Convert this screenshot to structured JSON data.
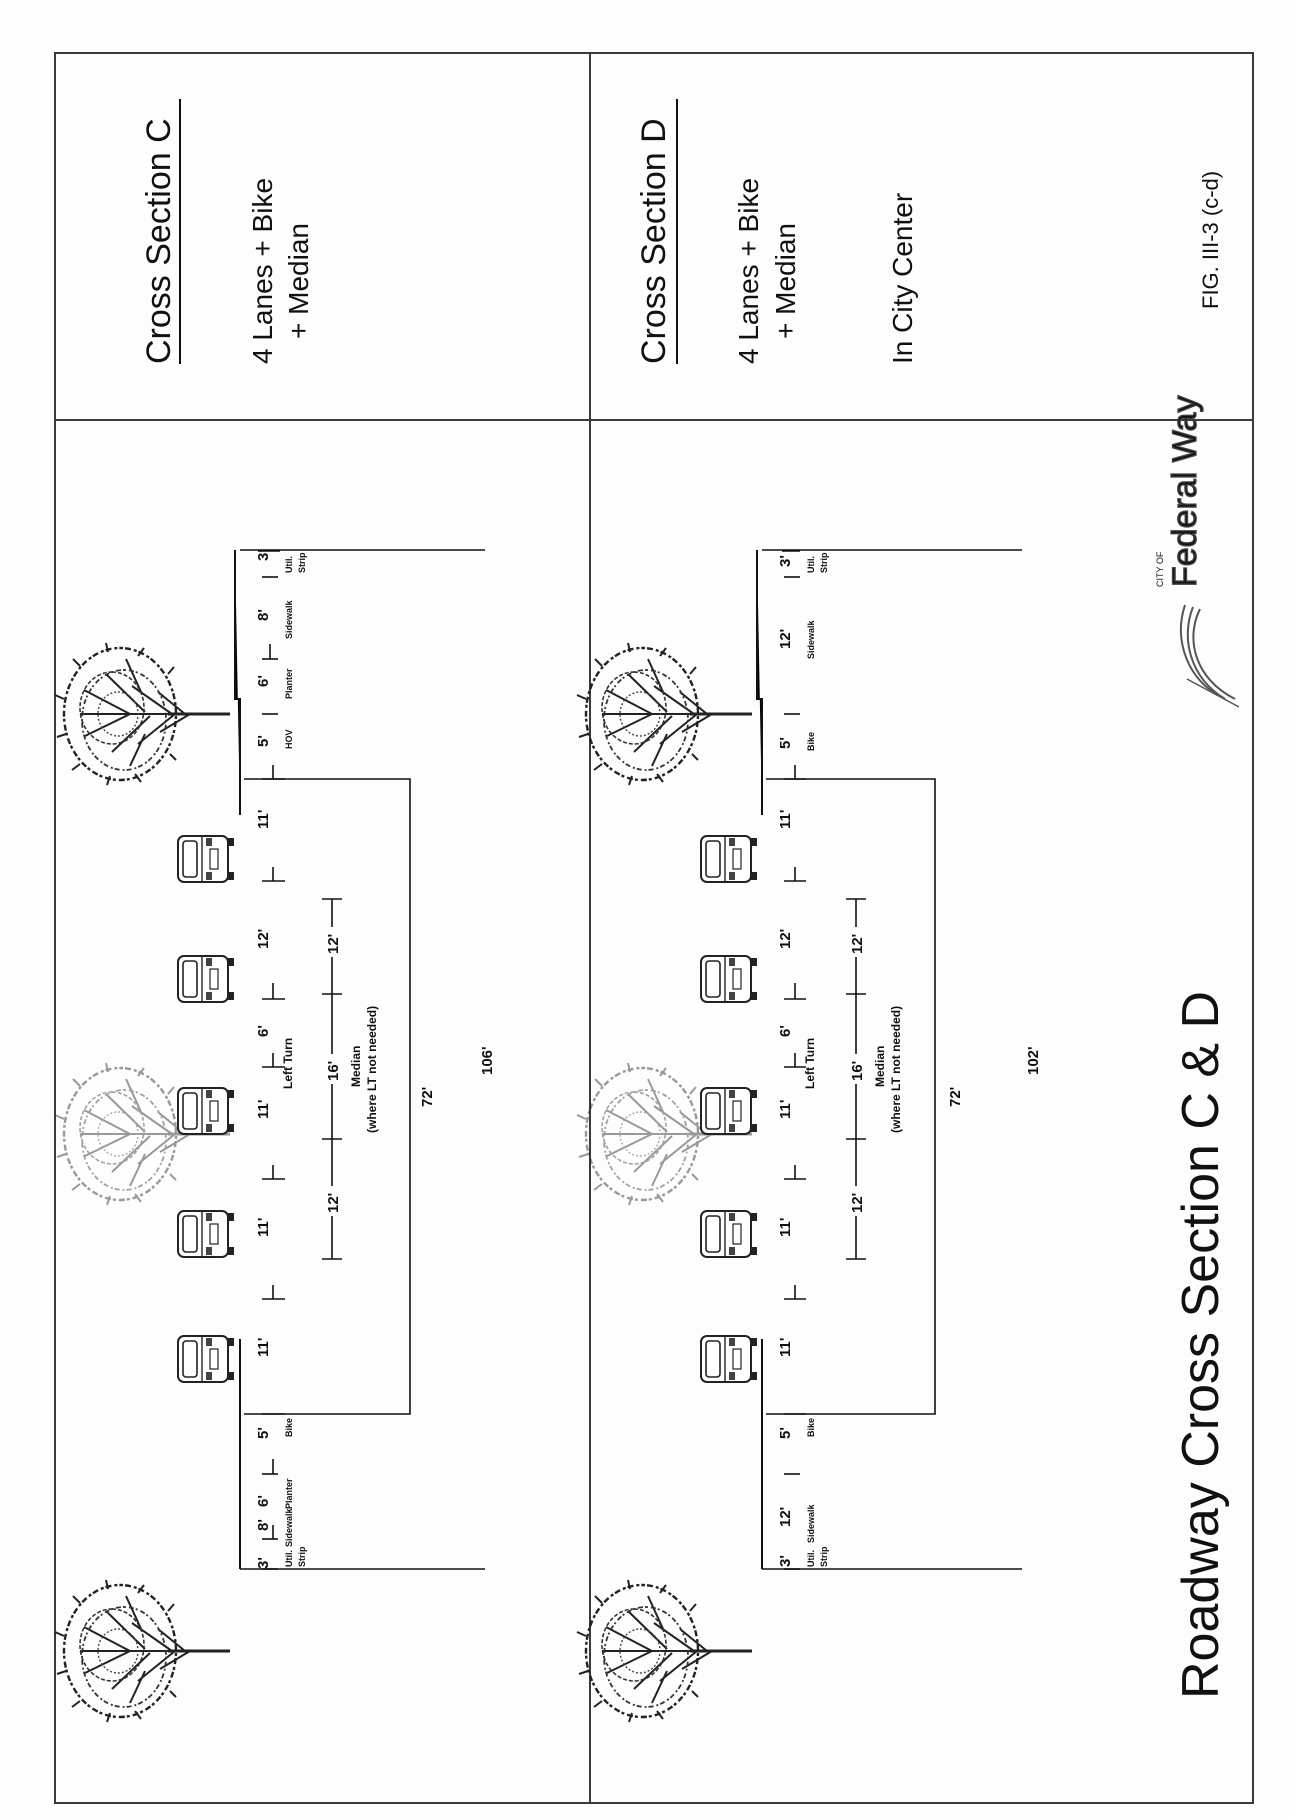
{
  "title": "Roadway Cross Section C & D",
  "figure_number": "FIG. III-3 (c-d)",
  "logo": {
    "name": "city-of-federal-way-logo",
    "small_text": "CITY OF",
    "text": "Federal Way"
  },
  "sections": [
    {
      "id": "c",
      "heading": "Cross Section C",
      "description_lines": [
        "4 Lanes + Bike",
        "+ Median"
      ],
      "segments": [
        {
          "width": "3'",
          "label": [
            "Util.",
            "Strip"
          ]
        },
        {
          "width": "8'",
          "label": [
            "Sidewalk"
          ]
        },
        {
          "width": "6'",
          "label": [
            "Planter"
          ]
        },
        {
          "width": "5'",
          "label": [
            "Bike"
          ]
        },
        {
          "width": "11'",
          "label": []
        },
        {
          "width": "11'",
          "label": []
        },
        {
          "width": "11'",
          "label": [
            "Left Turn"
          ]
        },
        {
          "width": "6'",
          "label": []
        },
        {
          "width": "12'",
          "label": []
        },
        {
          "width": "11'",
          "label": []
        },
        {
          "width": "5'",
          "label": [
            "HOV"
          ]
        },
        {
          "width": "6'",
          "label": [
            "Planter"
          ]
        },
        {
          "width": "8'",
          "label": [
            "Sidewalk"
          ]
        },
        {
          "width": "3'",
          "label": [
            "Util.",
            "Strip"
          ]
        }
      ],
      "median_dims": [
        "12'",
        "16'",
        "12'"
      ],
      "median_label": [
        "Median",
        "(where LT not needed)"
      ],
      "curb_to_curb": "72'",
      "right_of_way": "106'"
    },
    {
      "id": "d",
      "heading": "Cross Section D",
      "description_lines": [
        "4 Lanes + Bike",
        "+ Median",
        "",
        "In City Center"
      ],
      "segments": [
        {
          "width": "3'",
          "label": [
            "Util.",
            "Strip"
          ]
        },
        {
          "width": "12'",
          "label": [
            "Sidewalk"
          ]
        },
        {
          "width": "5'",
          "label": [
            "Bike"
          ]
        },
        {
          "width": "11'",
          "label": []
        },
        {
          "width": "11'",
          "label": []
        },
        {
          "width": "11'",
          "label": [
            "Left Turn"
          ]
        },
        {
          "width": "6'",
          "label": []
        },
        {
          "width": "12'",
          "label": []
        },
        {
          "width": "11'",
          "label": []
        },
        {
          "width": "5'",
          "label": [
            "Bike"
          ]
        },
        {
          "width": "12'",
          "label": [
            "Sidewalk"
          ]
        },
        {
          "width": "3'",
          "label": [
            "Util.",
            "Strip"
          ]
        }
      ],
      "median_dims": [
        "12'",
        "16'",
        "12'"
      ],
      "median_label": [
        "Median",
        "(where LT not needed)"
      ],
      "curb_to_curb": "72'",
      "right_of_way": "102'"
    }
  ],
  "colors": {
    "ink": "#111111",
    "frame": "#3a3a3a",
    "paper": "#fdfdfd",
    "tree": "#1e1e1e"
  }
}
